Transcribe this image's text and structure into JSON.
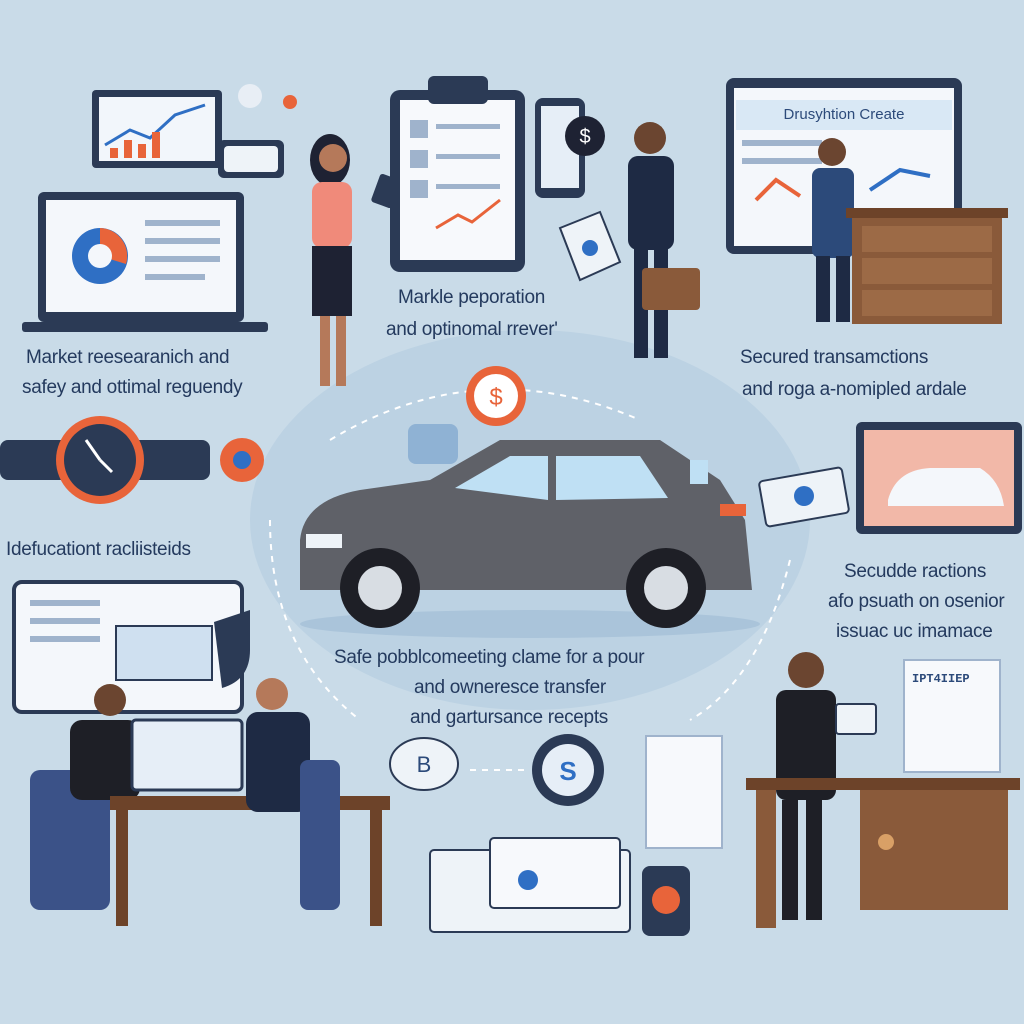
{
  "captions": {
    "top_left_line1": "Market reesearanich and",
    "top_left_line2": "safey and ottimal reguendy",
    "top_center_line1": "Markle peporation",
    "top_center_line2": "and optinomal rrever'",
    "top_right_line1": "Secured transamctions",
    "top_right_line2": "and roga a-nomipled ardale",
    "middle_left": "Idefucationt racliisteids",
    "middle_right_line1": "Secudde ractions",
    "middle_right_line2": "afo psuath on osenior",
    "middle_right_line3": "issuac uc imamace",
    "bottom_center_line1": "Safe pobblcomeeting clame for a pour",
    "bottom_center_line2": "and owneresce transfer",
    "bottom_center_line3": "and gartursance recepts"
  },
  "screen_banner": "Drusyhtion Create",
  "document_label": "IPT4IIEP",
  "colors": {
    "background": "#c9dbe8",
    "navy": "#243a5e",
    "accent_orange": "#e8643a",
    "car_gray": "#5f6168",
    "wood": "#8a5a3a"
  }
}
